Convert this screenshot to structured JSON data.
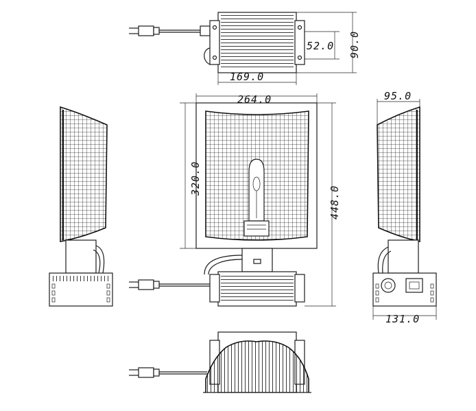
{
  "drawing": {
    "dimensions": {
      "top_width": "169.0",
      "top_inner_height": "52.0",
      "top_outer_height": "90.0",
      "front_width": "264.0",
      "front_reflector_height": "320.0",
      "front_total_height": "448.0",
      "side_depth": "95.0",
      "side_base_width": "131.0"
    }
  }
}
